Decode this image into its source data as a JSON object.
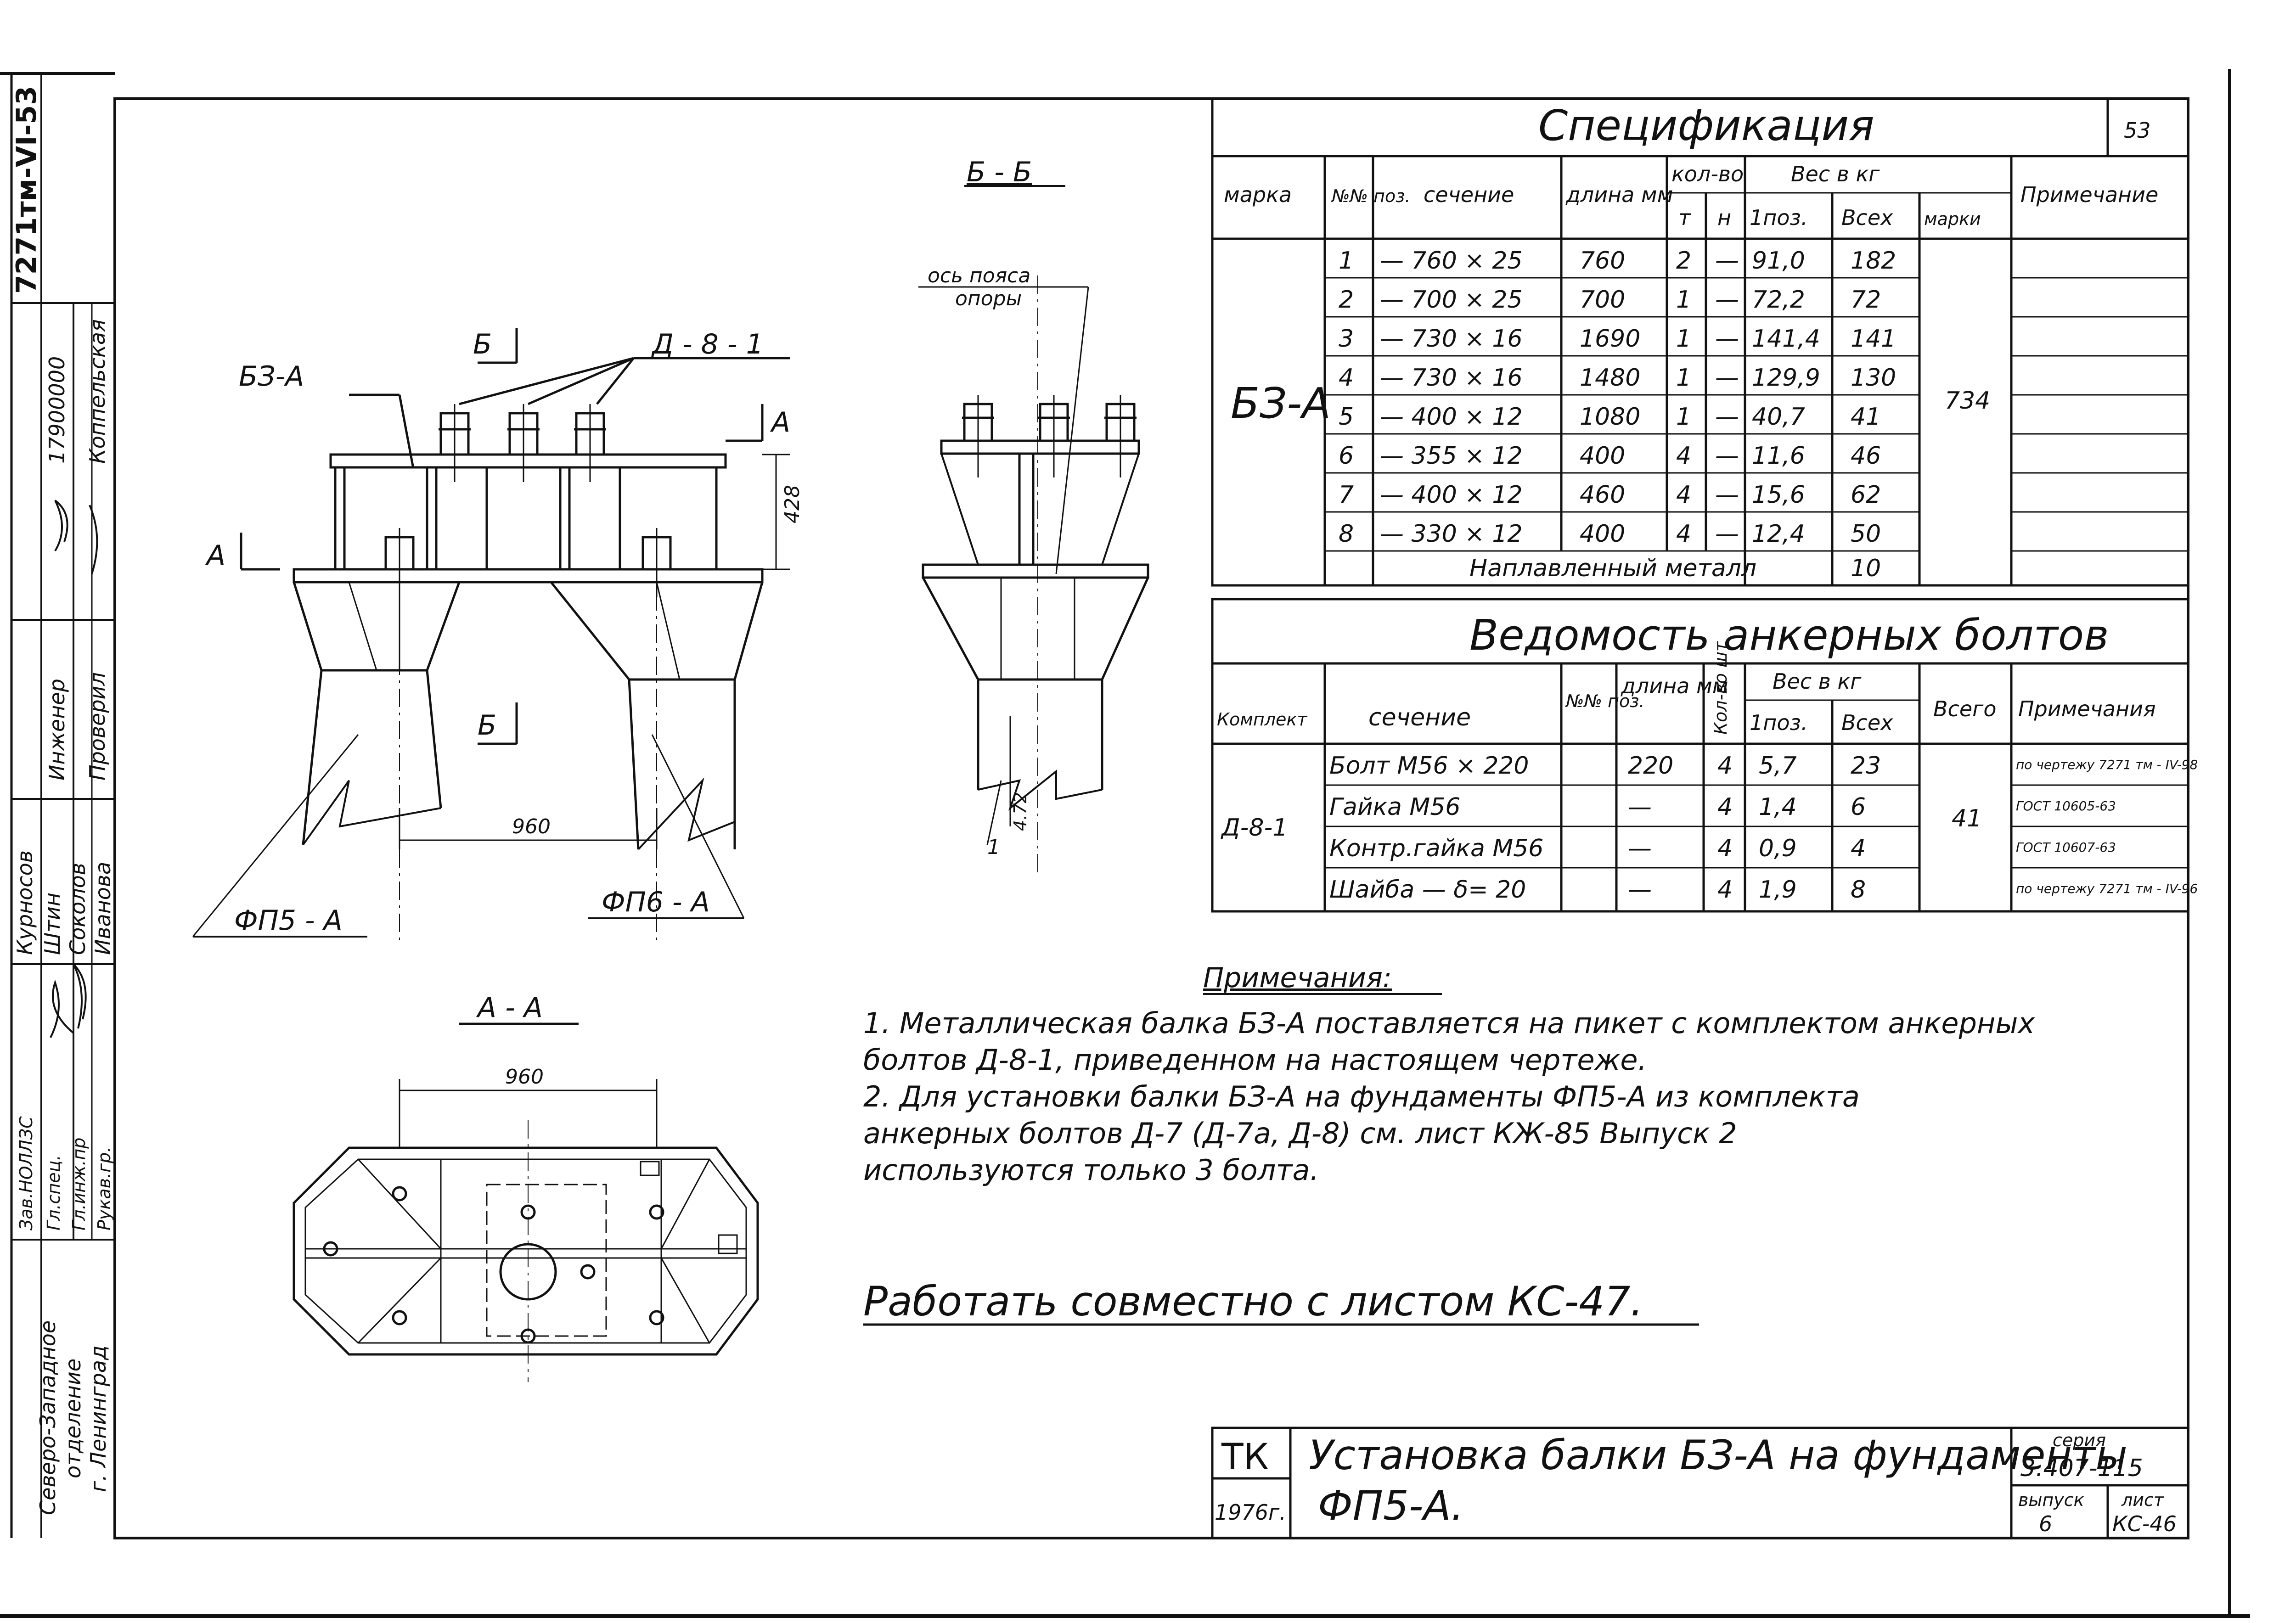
{
  "sheet_no": "53",
  "project_code": "7271тм-VI-53",
  "side_stamp": {
    "org": [
      "Северо-Западное",
      "отделение",
      "г. Ленинград"
    ],
    "roles": [
      "Зав.НОЛЛЗС",
      "Гл.спец.",
      "Гл.инж.пр",
      "Рукав.гр."
    ],
    "roles2": [
      "Инженер",
      "Проверил"
    ],
    "names": [
      "Курносов",
      "Штин",
      "Соколов",
      "Иванова"
    ],
    "names2": [
      "Коппельская"
    ],
    "code": "17900000"
  },
  "drawing": {
    "section_bb": "Б - Б",
    "section_aa": "А - А",
    "axis_label_1": "ось пояса",
    "axis_label_2": "опоры",
    "label_b_top": "Б",
    "label_b_bot": "Б",
    "label_a_left": "А",
    "label_a_right": "А",
    "beam_mark": "БЗ-А",
    "bolt_mark": "Д - 8 - 1",
    "dim_960_main": "960",
    "dim_960_plan": "960",
    "dim_h": "428",
    "slope_dim": "4.72",
    "slope_one": "1",
    "foundation_1": "ФП5 - А",
    "foundation_2": "ФП6 - А"
  },
  "spec": {
    "title": "Спецификация",
    "headers": {
      "marka": "марка",
      "pos": "№№ поз.",
      "section": "сечение",
      "length": "длина мм",
      "qty": "кол-во",
      "qty_t": "т",
      "qty_n": "н",
      "weight": "Вес в кг",
      "w_one": "1поз.",
      "w_all": "Всех",
      "w_mark": "марки",
      "note": "Примечание"
    },
    "mark": "БЗ-А",
    "mark_weight": "734",
    "rows": [
      {
        "pos": "1",
        "section": "— 760 × 25",
        "length": "760",
        "t": "2",
        "n": "—",
        "w1": "91,0",
        "wall": "182"
      },
      {
        "pos": "2",
        "section": "— 700 × 25",
        "length": "700",
        "t": "1",
        "n": "—",
        "w1": "72,2",
        "wall": "72"
      },
      {
        "pos": "3",
        "section": "— 730 × 16",
        "length": "1690",
        "t": "1",
        "n": "—",
        "w1": "141,4",
        "wall": "141"
      },
      {
        "pos": "4",
        "section": "— 730 × 16",
        "length": "1480",
        "t": "1",
        "n": "—",
        "w1": "129,9",
        "wall": "130"
      },
      {
        "pos": "5",
        "section": "— 400 × 12",
        "length": "1080",
        "t": "1",
        "n": "—",
        "w1": "40,7",
        "wall": "41"
      },
      {
        "pos": "6",
        "section": "— 355 × 12",
        "length": "400",
        "t": "4",
        "n": "—",
        "w1": "11,6",
        "wall": "46"
      },
      {
        "pos": "7",
        "section": "— 400 × 12",
        "length": "460",
        "t": "4",
        "n": "—",
        "w1": "15,6",
        "wall": "62"
      },
      {
        "pos": "8",
        "section": "— 330 × 12",
        "length": "400",
        "t": "4",
        "n": "—",
        "w1": "12,4",
        "wall": "50"
      }
    ],
    "weld_label": "Наплавленный металл",
    "weld_weight": "10"
  },
  "bolts": {
    "title": "Ведомость анкерных болтов",
    "headers": {
      "set": "Комплект",
      "section": "сечение",
      "pos": "№№ поз.",
      "length": "длина мм",
      "qty": "Кол-во шт",
      "weight": "Вес в кг",
      "w_one": "1поз.",
      "w_all": "Всех",
      "total": "Всего",
      "note": "Примечания"
    },
    "set": "Д-8-1",
    "total": "41",
    "rows": [
      {
        "section": "Болт М56 × 220",
        "length": "220",
        "qty": "4",
        "w1": "5,7",
        "wall": "23",
        "note": "по чертежу 7271 тм - IV-98"
      },
      {
        "section": "Гайка М56",
        "length": "—",
        "qty": "4",
        "w1": "1,4",
        "wall": "6",
        "note": "ГОСТ 10605-63"
      },
      {
        "section": "Контр.гайка М56",
        "length": "—",
        "qty": "4",
        "w1": "0,9",
        "wall": "4",
        "note": "ГОСТ 10607-63"
      },
      {
        "section": "Шайба — δ= 20",
        "length": "—",
        "qty": "4",
        "w1": "1,9",
        "wall": "8",
        "note": "по чертежу 7271 тм - IV-96"
      }
    ]
  },
  "notes": {
    "title": "Примечания:",
    "lines": [
      "1. Металлическая балка БЗ-А поставляется на пикет с комплектом анкерных",
      "болтов Д-8-1, приведенном на настоящем чертеже.",
      "2. Для установки балки БЗ-А на фундаменты ФП5-А из комплекта",
      "анкерных болтов Д-7 (Д-7а, Д-8)   см.  лист   КЖ-85  Выпуск 2",
      "используются    только    3 болта."
    ],
    "work_together": "Работать совместно с листом  КС-47."
  },
  "title_block": {
    "tk": "ТК",
    "year": "1976г.",
    "title_line1": "Установка балки БЗ-А на фундаменты",
    "title_line2": "ФП5-А.",
    "series_label": "серия",
    "series": "3.407-115",
    "issue_label": "выпуск",
    "issue": "6",
    "sheet_label": "лист",
    "sheet": "КС-46"
  }
}
